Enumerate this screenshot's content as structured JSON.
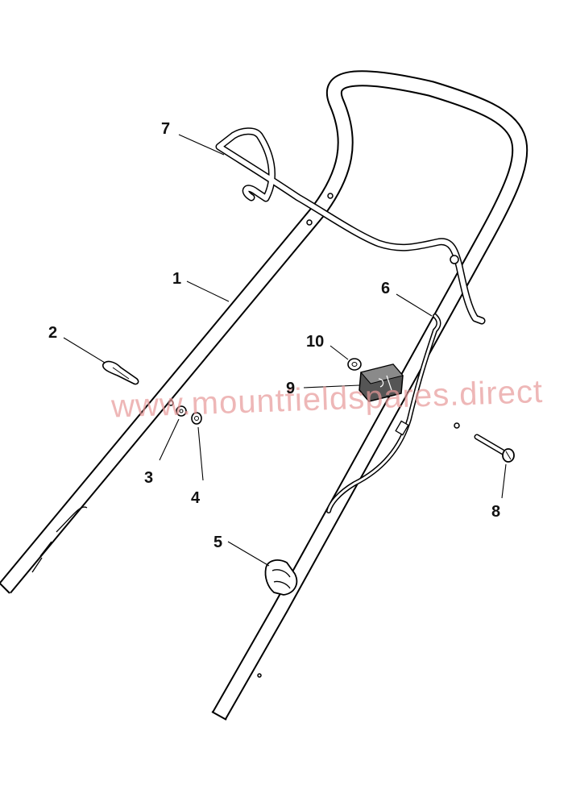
{
  "watermark": "www.mountfieldspares.direct",
  "callouts": {
    "c1": "1",
    "c2": "2",
    "c3": "3",
    "c4": "4",
    "c5": "5",
    "c6": "6",
    "c7": "7",
    "c8": "8",
    "c9": "9",
    "c10": "10"
  },
  "colors": {
    "line": "#000000",
    "fill": "#ffffff",
    "watermark": "#e89a9a"
  }
}
